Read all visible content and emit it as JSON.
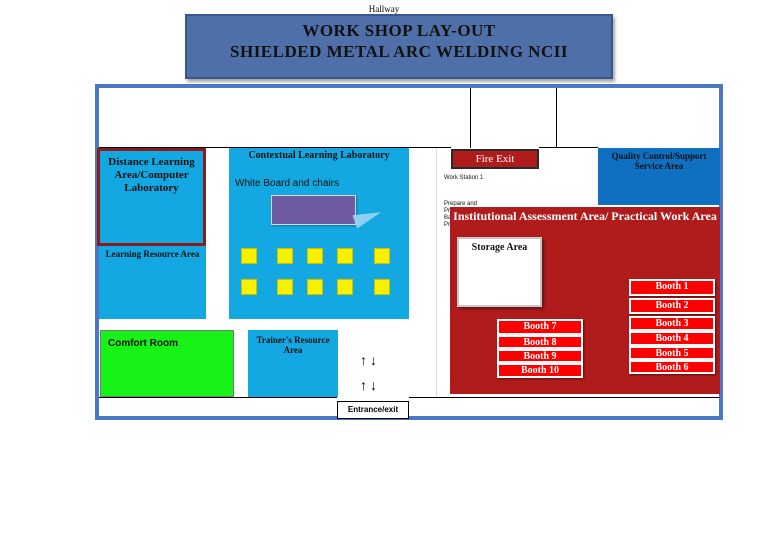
{
  "header": {
    "hallway_label": "Hallway",
    "title_line1": "WORK SHOP LAY-OUT",
    "title_line2": "SHIELDED METAL ARC WELDING NCII"
  },
  "areas": {
    "distance_learning": "Distance Learning Area/Computer Laboratory",
    "learning_resource": "Learning Resource Area",
    "contextual_learning": "Contextual Learning Laboratory",
    "whiteboard_note": "White Board and chairs",
    "fire_exit": "Fire Exit",
    "quality_control": "Quality Control/Support Service Area",
    "work_station": "Work Station 1",
    "prepare_notes": "Prepare and Produce Bakery Products",
    "institutional_assessment": "Institutional Assessment Area/ Practical Work Area",
    "storage": "Storage Area",
    "comfort_room": "Comfort Room",
    "trainer_resource": "Trainer's Resource Area",
    "entrance": "Entrance/exit"
  },
  "booths": [
    "Booth 1",
    "Booth 2",
    "Booth 3",
    "Booth 4",
    "Booth 5",
    "Booth 6",
    "Booth 7",
    "Booth 8",
    "Booth 9",
    "Booth 10"
  ],
  "arrows": {
    "up": "↑",
    "down": "↓"
  },
  "colors": {
    "banner": "#4f6fa8",
    "room_blue": "#13a8e2",
    "quality_blue": "#0f6fc0",
    "assessment_red": "#b01c1c",
    "booth_red": "#ff0000",
    "comfort_green": "#17f217",
    "chair_yellow": "#f8f000",
    "outer_border": "#4a78c4"
  }
}
